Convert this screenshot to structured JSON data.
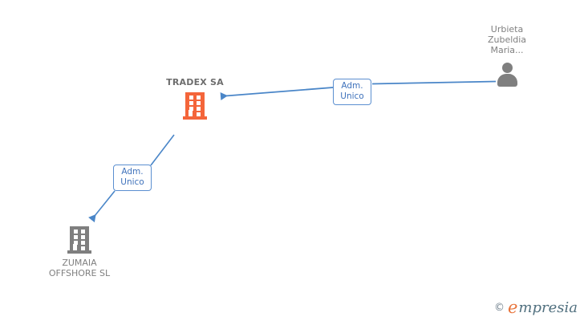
{
  "diagram": {
    "background_color": "#ffffff",
    "edge_color": "#4a86c8",
    "focus_color": "#f4653a",
    "node_color": "#7f7f7f",
    "label_color": "#808080",
    "nodes": [
      {
        "id": "tradex",
        "type": "company",
        "icon": "building-icon",
        "label": "TRADEX SA",
        "color": "#f4653a",
        "focus": true
      },
      {
        "id": "zumaia",
        "type": "company",
        "icon": "building-icon",
        "label_line1": "ZUMAIA",
        "label_line2": "OFFSHORE SL",
        "color": "#7f7f7f",
        "focus": false
      },
      {
        "id": "urbieta",
        "type": "person",
        "icon": "person-icon",
        "label_line1": "Urbieta",
        "label_line2": "Zubeldia",
        "label_line3": "Maria...",
        "color": "#7f7f7f",
        "focus": false
      }
    ],
    "edges": [
      {
        "id": "edge-urbieta-tradex",
        "from": "urbieta",
        "to": "tradex",
        "label_line1": "Adm.",
        "label_line2": "Unico",
        "direction": "left"
      },
      {
        "id": "edge-tradex-zumaia",
        "from": "tradex",
        "to": "zumaia",
        "label_line1": "Adm.",
        "label_line2": "Unico",
        "direction": "down-left"
      }
    ]
  },
  "watermark": {
    "copyright": "©",
    "brand_initial": "e",
    "brand_rest": "mpresia"
  }
}
